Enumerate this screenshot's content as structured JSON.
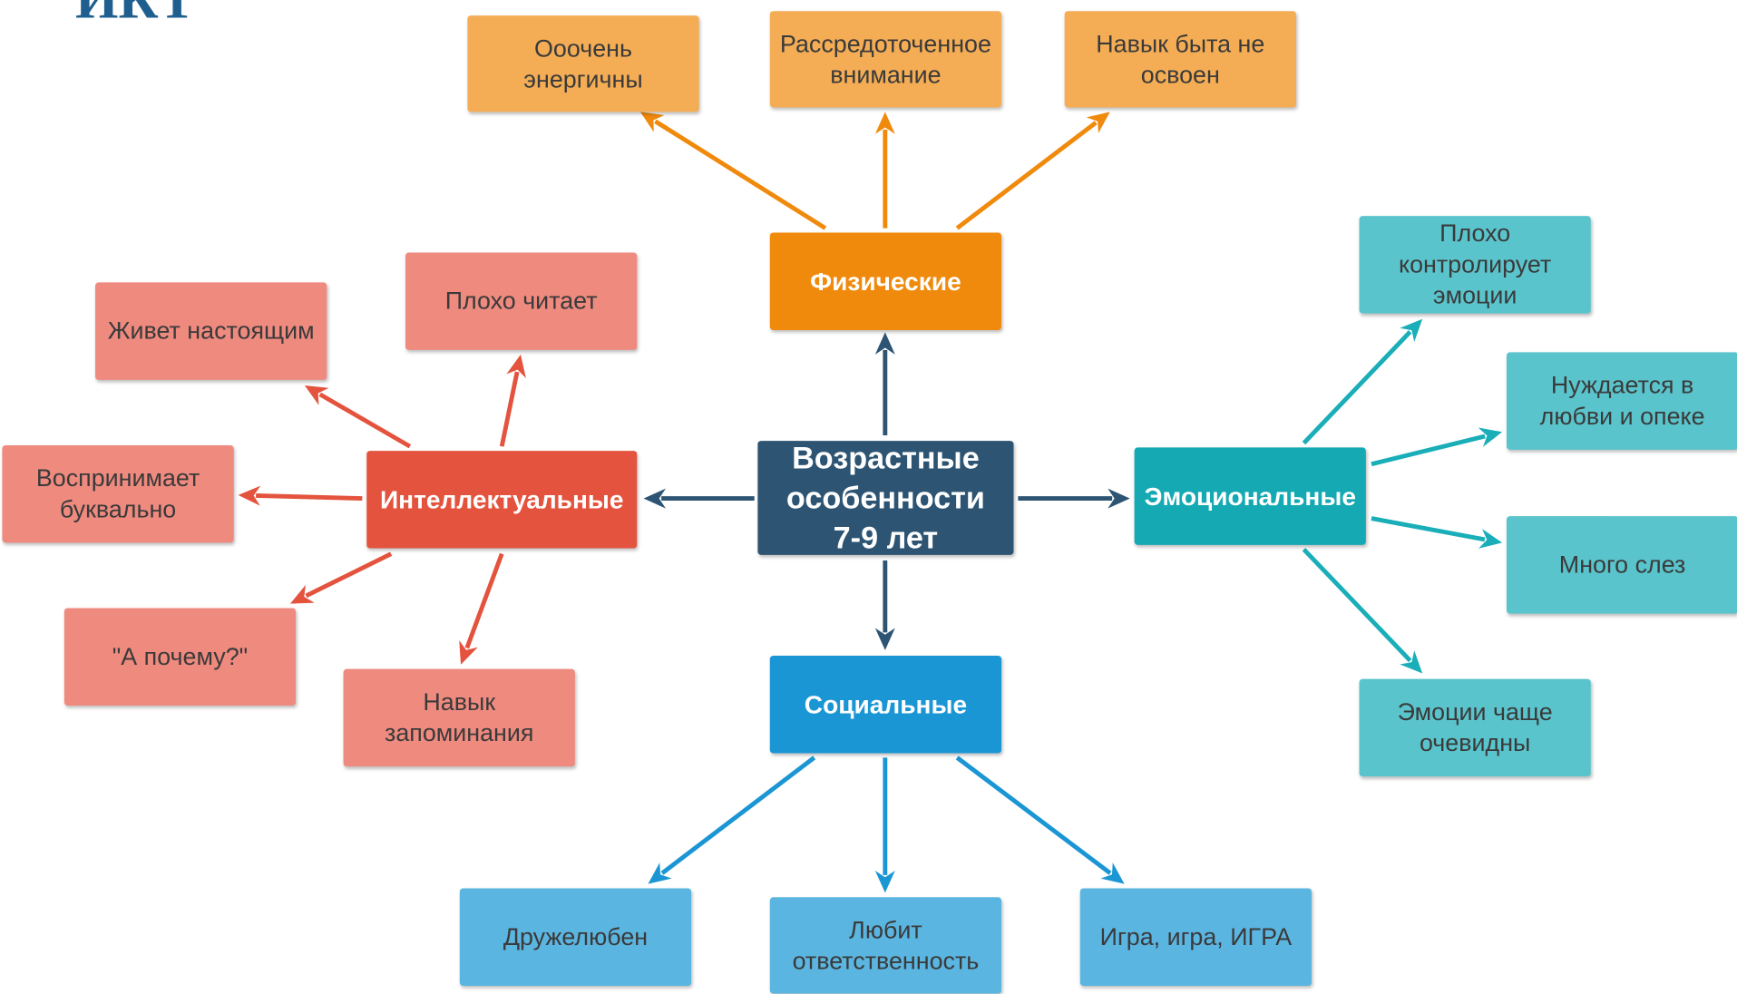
{
  "corner_mark": "ИКТ",
  "colors": {
    "center": "#2d5472",
    "physical_hub": "#f08a0c",
    "physical_leaf": "#f4ad55",
    "physical_arrow": "#f08a0c",
    "intellectual_hub": "#e4533d",
    "intellectual_leaf": "#ef8a7f",
    "intellectual_arrow": "#e4533d",
    "emotional_hub": "#14a9b3",
    "emotional_leaf": "#5ac4cc",
    "emotional_arrow": "#19aeb8",
    "social_hub": "#1b96d4",
    "social_leaf": "#5bb5e1",
    "social_arrow": "#1b96d4",
    "center_arrow": "#2d5472"
  },
  "center": {
    "label": "Возрастные\nособенности\n7-9 лет"
  },
  "physical": {
    "hub": "Физические",
    "leaves": [
      "Ооочень\nэнергичны",
      "Рассредоточенное\nвнимание",
      "Навык быта не\nосвоен"
    ]
  },
  "intellectual": {
    "hub": "Интеллектуальные",
    "leaves": [
      "Живет настоящим",
      "Плохо читает",
      "Воспринимает\nбуквально",
      "\"А почему?\"",
      "Навык\nзапоминания"
    ]
  },
  "emotional": {
    "hub": "Эмоциональные",
    "leaves": [
      "Плохо\nконтролирует\nэмоции",
      "Нуждается в\nлюбви и опеке",
      "Много слез",
      "Эмоции чаще\nочевидны"
    ]
  },
  "social": {
    "hub": "Социальные",
    "leaves": [
      "Дружелюбен",
      "Любит\nответственность",
      "Игра, игра, ИГРА"
    ]
  }
}
